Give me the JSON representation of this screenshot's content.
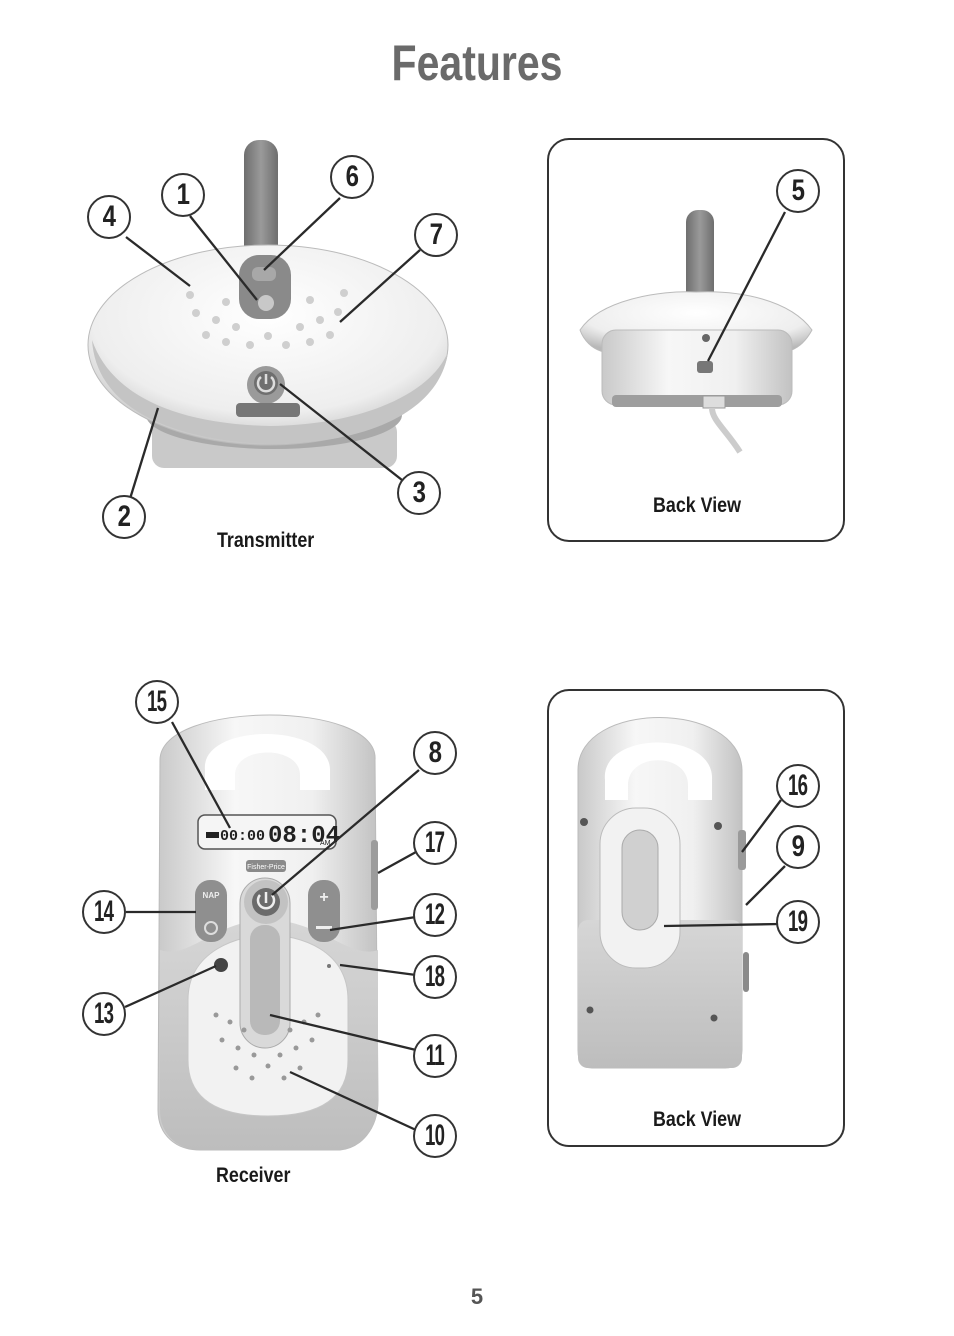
{
  "title": "Features",
  "captions": {
    "transmitter": "Transmitter",
    "transmitter_back": "Back View",
    "receiver": "Receiver",
    "receiver_back": "Back View"
  },
  "display": {
    "timer": "00:00",
    "clock": "08:04",
    "ampm": "AM"
  },
  "brand": "Fisher-Price",
  "receiver_nap_label": "NAP",
  "callouts": [
    "1",
    "2",
    "3",
    "4",
    "5",
    "6",
    "7",
    "8",
    "9",
    "10",
    "11",
    "12",
    "13",
    "14",
    "15",
    "16",
    "17",
    "18",
    "19"
  ],
  "page_number": "5"
}
